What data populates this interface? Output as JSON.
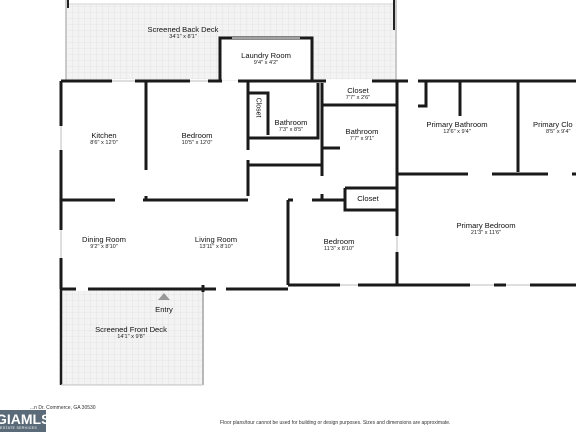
{
  "rooms": {
    "screened_back_deck": {
      "name": "Screened Back Deck",
      "dims": "34'1\" x 8'1\""
    },
    "laundry_room": {
      "name": "Laundry Room",
      "dims": "9'4\" x 4'2\""
    },
    "closet_top": {
      "name": "Closet",
      "dims": "7'7\" x 2'6\""
    },
    "kitchen": {
      "name": "Kitchen",
      "dims": "8'6\" x 12'0\""
    },
    "bedroom_left": {
      "name": "Bedroom",
      "dims": "10'5\" x 12'0\""
    },
    "closet_vertical": {
      "name": "Closet"
    },
    "bathroom_left": {
      "name": "Bathroom",
      "dims": "7'3\" x 8'5\""
    },
    "bathroom_mid": {
      "name": "Bathroom",
      "dims": "7'7\" x 9'1\""
    },
    "primary_bathroom": {
      "name": "Primary Bathroom",
      "dims": "12'6\" x 9'4\""
    },
    "primary_closet": {
      "name": "Primary Clo",
      "dims": "8'5\" x 9'4\""
    },
    "closet_small": {
      "name": "Closet"
    },
    "dining_room": {
      "name": "Dining Room",
      "dims": "9'2\" x 8'10\""
    },
    "living_room": {
      "name": "Living Room",
      "dims": "13'11\" x 8'10\""
    },
    "bedroom_mid": {
      "name": "Bedroom",
      "dims": "11'3\" x 8'10\""
    },
    "primary_bedroom": {
      "name": "Primary Bedroom",
      "dims": "21'3\" x 11'6\""
    },
    "entry": {
      "name": "Entry"
    },
    "screened_front_deck": {
      "name": "Screened Front Deck",
      "dims": "14'1\" x 9'8\""
    }
  },
  "footer": {
    "address": "...n Dr. Commerce, GA 30530",
    "disclaimer": "Floor plans/tour cannot be used for building or design purposes. Sizes and dimensions are approximate."
  },
  "logo": {
    "main": "GIAMLS",
    "sub": "ESTATE SERVICES"
  },
  "colors": {
    "wall": "#1a1a1a",
    "deck_fill": "#f1f1f1",
    "deck_grid": "#d8d8d8",
    "logo_bg": "#5a6a78"
  }
}
